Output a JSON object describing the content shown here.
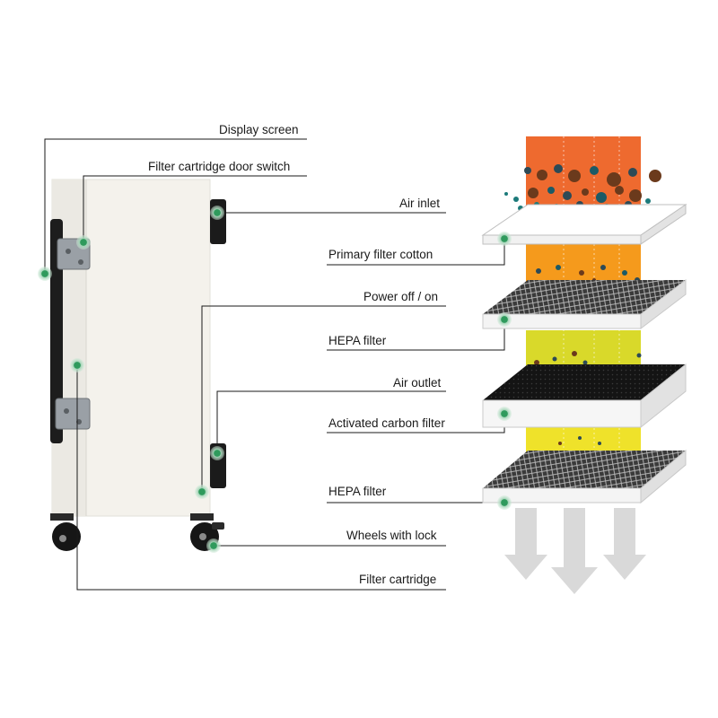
{
  "labels": {
    "display_screen": "Display screen",
    "door_switch": "Filter cartridge door switch",
    "air_inlet": "Air inlet",
    "primary_filter_cotton": "Primary filter cotton",
    "power": "Power off / on",
    "hepa_filter_1": "HEPA filter",
    "air_outlet": "Air outlet",
    "activated_carbon_filter": "Activated carbon filter",
    "hepa_filter_2": "HEPA filter",
    "wheels_with_lock": "Wheels with lock",
    "filter_cartridge": "Filter cartridge"
  },
  "colors": {
    "marker": "#2f9a5c",
    "marker_halo": "#9fd3b4",
    "stage_1": "#ee6a2f",
    "stage_2": "#f59a1c",
    "stage_3": "#d9d92a",
    "stage_4": "#efe22a",
    "outflow_arrow": "#d9d9d9"
  }
}
